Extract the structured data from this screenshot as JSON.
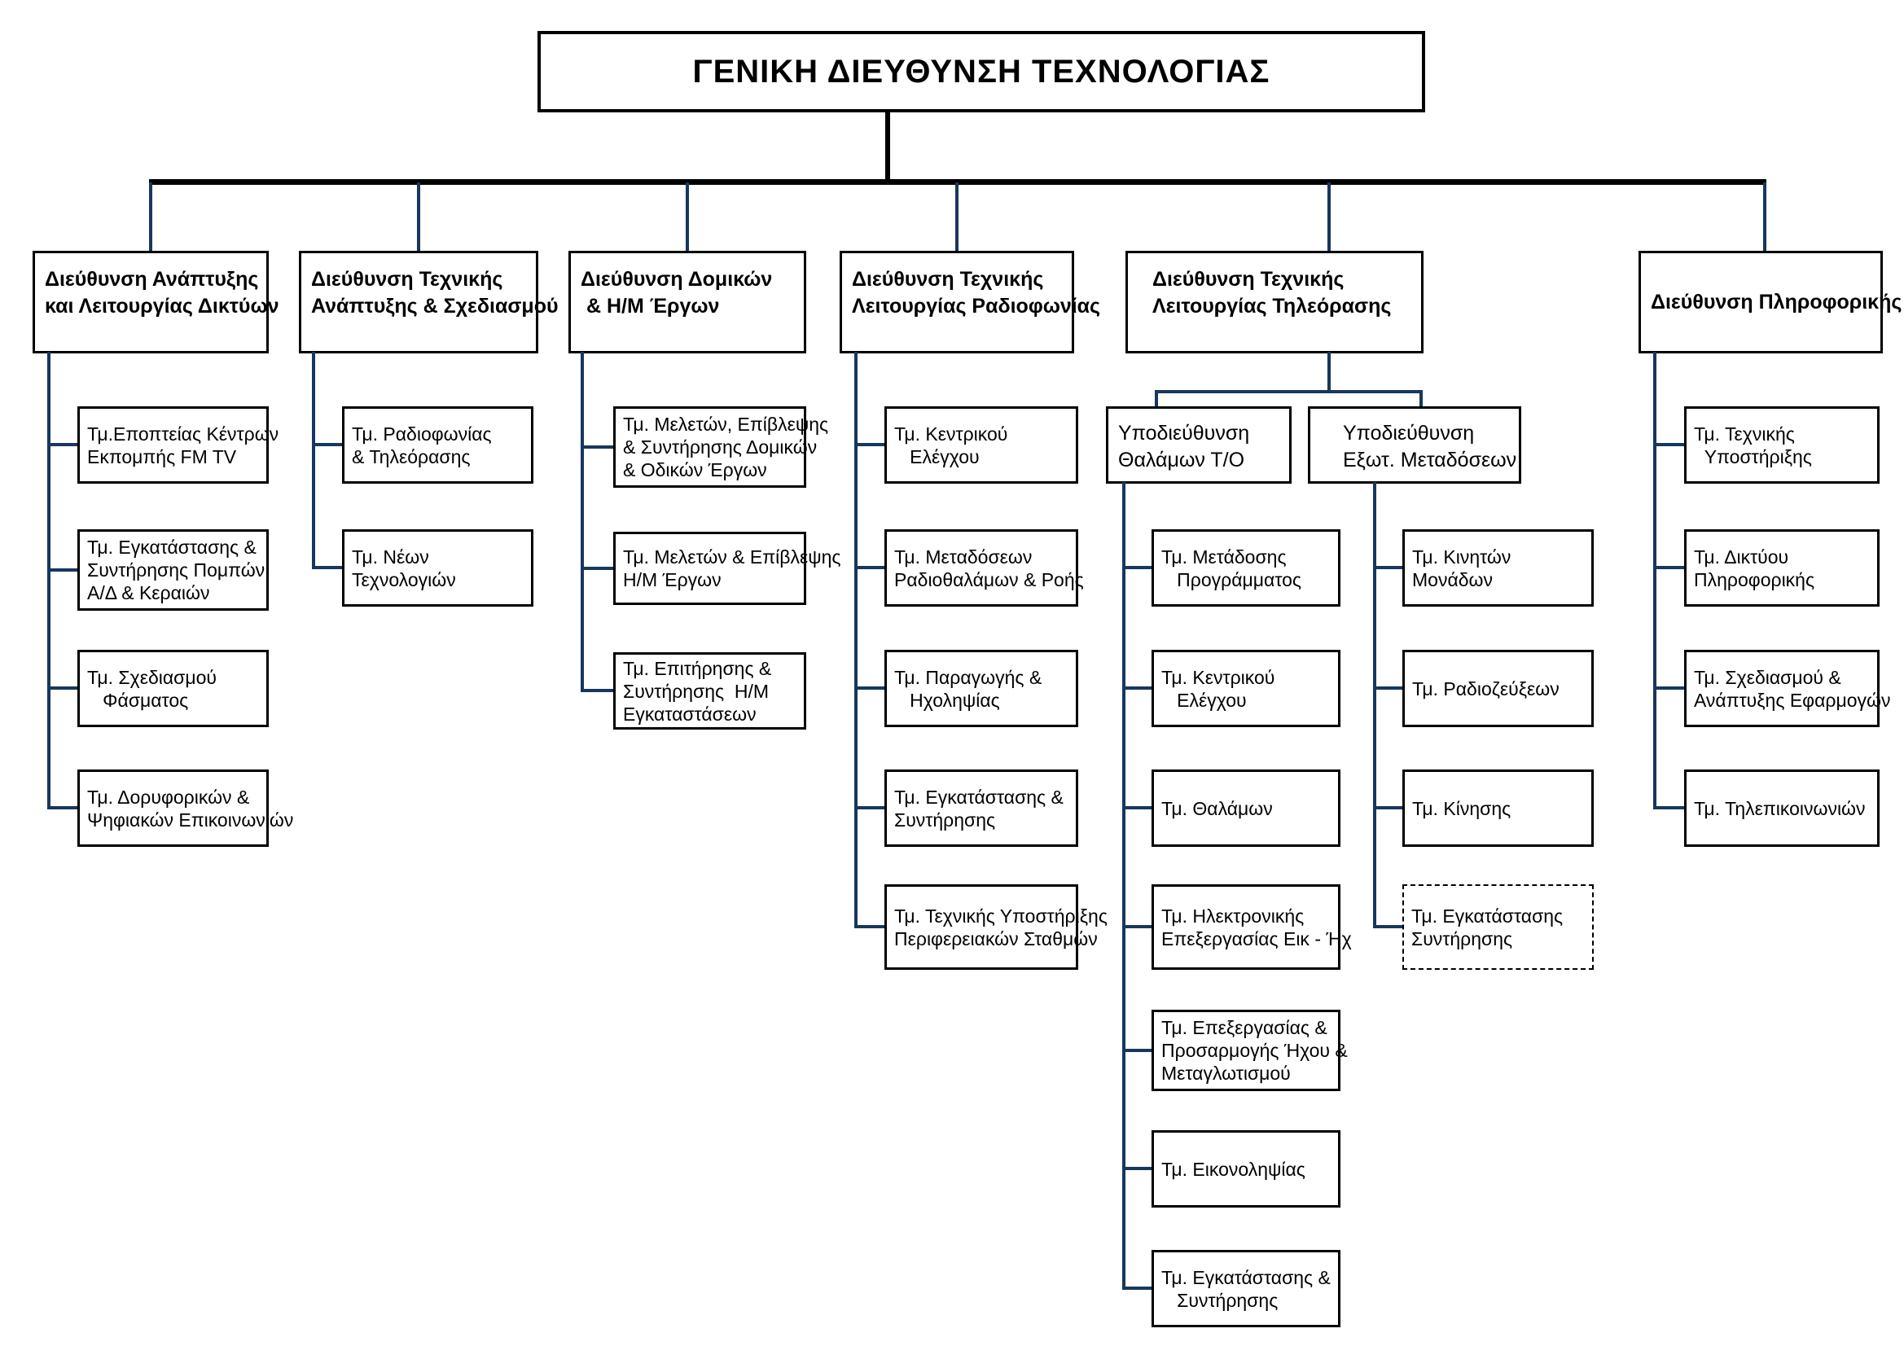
{
  "title": "ΓΕΝΙΚΗ ΔΙΕΥΘΥΝΣΗ ΤΕΧΝΟΛΟΓΙΑΣ",
  "colors": {
    "box_border": "#000000",
    "connector": "#17375E",
    "trunk": "#000000",
    "background": "#FFFFFF",
    "text": "#000000"
  },
  "columns": [
    {
      "header": "Διεύθυνση Ανάπτυξης\nκαι Λειτουργίας Δικτύων",
      "children": [
        "Τμ.Εποπτείας Κέντρων\nΕκπομπής FM TV",
        "Τμ. Εγκατάστασης &\nΣυντήρησης Πομπών,\nΑ/Δ & Κεραιών",
        "Τμ. Σχεδιασμού\n   Φάσματος",
        "Τμ. Δορυφορικών &\nΨηφιακών Επικοινωνιών"
      ]
    },
    {
      "header": "Διεύθυνση Τεχνικής\nΑνάπτυξης & Σχεδιασμού",
      "children": [
        "Τμ. Ραδιοφωνίας\n& Τηλεόρασης",
        "Τμ. Νέων\nΤεχνολογιών"
      ]
    },
    {
      "header": "Διεύθυνση Δομικών\n & Η/Μ Έργων",
      "children": [
        "Τμ. Μελετών, Επίβλεψης\n& Συντήρησης Δομικών\n& Οδικών Έργων",
        "Τμ. Μελετών & Επίβλεψης\nΗ/Μ Έργων",
        "Τμ. Επιτήρησης &\nΣυντήρησης  Η/Μ\nΕγκαταστάσεων"
      ]
    },
    {
      "header": "Διεύθυνση Τεχνικής\nΛειτουργίας Ραδιοφωνίας",
      "children": [
        "Τμ. Κεντρικού\n   Ελέγχου",
        "Τμ. Μεταδόσεων\nΡαδιοθαλάμων & Ροής",
        "Τμ. Παραγωγής &\n   Ηχοληψίας",
        "Τμ. Εγκατάστασης &\nΣυντήρησης",
        "Τμ. Τεχνικής Υποστήριξης\nΠεριφερειακών Σταθμών"
      ]
    },
    {
      "header": "Διεύθυνση Τεχνικής\nΛειτουργίας Τηλεόρασης",
      "subdivisions": [
        {
          "header": "Υποδιεύθυνση\nΘαλάμων Τ/Ο",
          "children": [
            "Τμ. Μετάδοσης\n   Προγράμματος",
            "Τμ. Κεντρικού\n   Ελέγχου",
            "Τμ. Θαλάμων",
            "Τμ. Ηλεκτρονικής\nΕπεξεργασίας Εικ - Ήχ",
            "Τμ. Επεξεργασίας &\nΠροσαρμογής Ήχου &\nΜεταγλωτισμού",
            "Τμ. Εικονοληψίας",
            "Τμ. Εγκατάστασης &\n   Συντήρησης"
          ]
        },
        {
          "header": "Υποδιεύθυνση\nΕξωτ. Μεταδόσεων",
          "children": [
            "Τμ. Κινητών\nΜονάδων",
            "Τμ. Ραδιοζεύξεων",
            "Τμ. Κίνησης",
            "Τμ. Εγκατάστασης\nΣυντήρησης"
          ]
        }
      ]
    },
    {
      "header": "Διεύθυνση Πληροφορικής",
      "children": [
        "Τμ. Τεχνικής\n  Υποστήριξης",
        "Τμ. Δικτύου\nΠληροφορικής",
        "Τμ. Σχεδιασμού &\nΑνάπτυξης Εφαρμογών",
        "Τμ. Τηλεπικοινωνιών"
      ]
    }
  ]
}
